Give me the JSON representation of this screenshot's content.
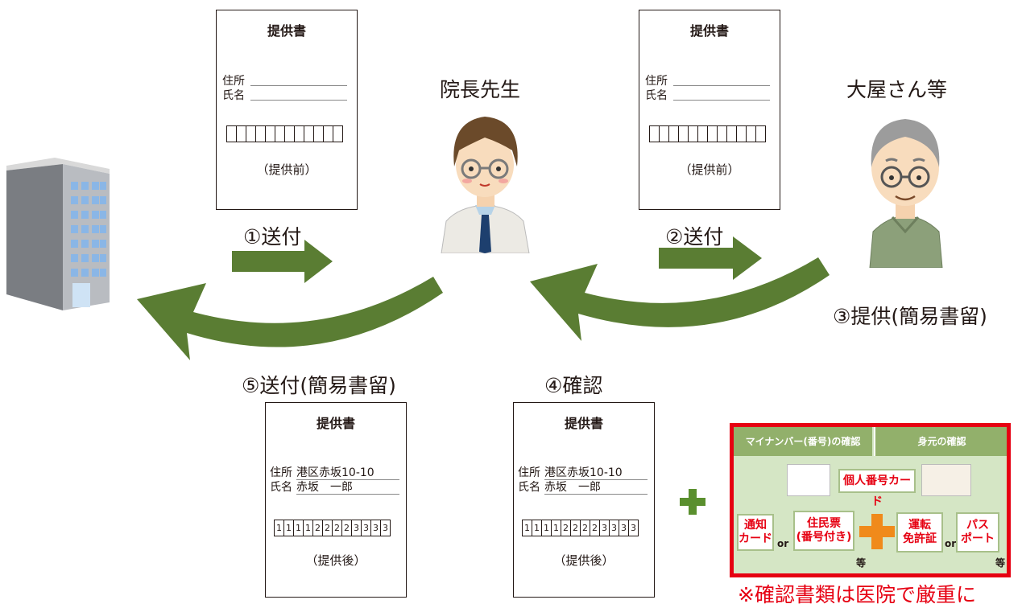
{
  "actors": {
    "director": "院長先生",
    "landlord": "大屋さん等"
  },
  "steps": {
    "step1": "①送付",
    "step2": "②送付",
    "step3": "③提供(簡易書留)",
    "step4": "④確認",
    "step5": "⑤送付(簡易書留)"
  },
  "document_template": {
    "title": "提供書",
    "address_label": "住所",
    "name_label": "氏名",
    "status_before": "（提供前）",
    "status_after": "（提供後）"
  },
  "document_filled": {
    "address": "港区赤坂10-10",
    "name": "赤坂　一郎",
    "number_digits": [
      "1",
      "1",
      "1",
      "1",
      "2",
      "2",
      "2",
      "2",
      "3",
      "3",
      "3",
      "3"
    ]
  },
  "id_panel": {
    "header_left": "マイナンバー(番号)の確認",
    "header_right": "身元の確認",
    "personal_number_card": "個人番号カード",
    "notification_card": "通知\nカード",
    "resident_record": "住民票\n(番号付き)",
    "drivers_license": "運転\n免許証",
    "passport": "パス\nポート",
    "or": "or",
    "etc": "等"
  },
  "note": "※確認書類は医院で厳重に",
  "colors": {
    "arrow_green": "#5a7d33",
    "plus_green": "#5a8f2e",
    "plus_orange": "#f08a1b",
    "alert_red": "#e60012",
    "panel_bg": "#d5e6c5",
    "panel_header": "#92b06b"
  },
  "icons": [
    "office-building-icon",
    "doctor-icon",
    "elderly-man-icon",
    "plus-icon"
  ]
}
